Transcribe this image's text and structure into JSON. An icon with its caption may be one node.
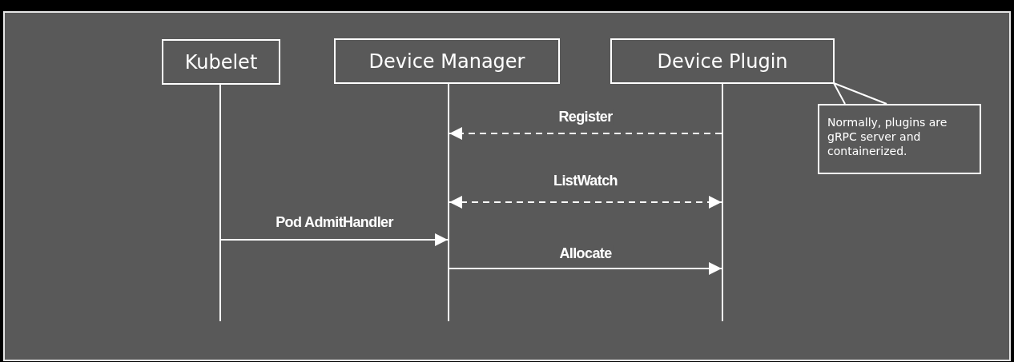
{
  "diagram": {
    "nodes": [
      {
        "text": [
          "Kubelet"
        ]
      },
      {
        "text": [
          "Device Manager"
        ]
      },
      {
        "text": [
          "Device Plugin"
        ]
      },
      {
        "text": [],
        "shape": "bar"
      },
      {
        "text": [],
        "shape": "bar"
      },
      {
        "text": [],
        "shape": "bar"
      },
      {
        "text": [
          "Normally, plugins are gRPC server and containerized."
        ]
      }
    ],
    "edges": [
      {
        "from": 5,
        "to": 4,
        "arrow": "to",
        "label": "Register",
        "style": "dashed"
      },
      {
        "from": 4,
        "to": 5,
        "arrow": "both",
        "label": "ListWatch",
        "style": "dashed"
      },
      {
        "from": 3,
        "to": 4,
        "arrow": "to",
        "label": "Pod AdmitHandler"
      },
      {
        "from": 4,
        "to": 5,
        "arrow": "to",
        "label": "Allocate"
      },
      {
        "from": 6,
        "to": 2,
        "arrow": "none"
      }
    ]
  }
}
